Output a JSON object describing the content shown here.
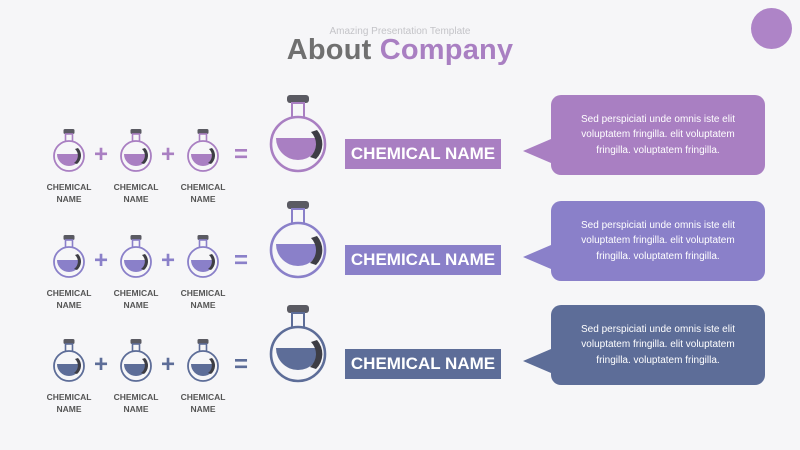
{
  "header": {
    "subtitle": "Amazing Presentation Template",
    "title_word1": "About",
    "title_word2": "Company"
  },
  "colors": {
    "title_gray": "#707070",
    "title_accent": "#a97fc2",
    "corner_dot": "#ae84c7"
  },
  "rows": [
    {
      "color": "#a97fc2",
      "operators": [
        "+",
        "+",
        "="
      ],
      "labels": [
        {
          "line1": "CHEMICAL",
          "line2": "NAME"
        },
        {
          "line1": "CHEMICAL",
          "line2": "NAME"
        },
        {
          "line1": "CHEMICAL",
          "line2": "NAME"
        }
      ],
      "result_name": "CHEMICAL NAME",
      "bubble_line1": "Sed perspiciati unde omnis iste elit",
      "bubble_line2": "voluptatem fringilla. elit voluptatem",
      "bubble_line3": "fringilla. voluptatem fringilla."
    },
    {
      "color": "#8a80c9",
      "operators": [
        "+",
        "+",
        "="
      ],
      "labels": [
        {
          "line1": "CHEMICAL",
          "line2": "NAME"
        },
        {
          "line1": "CHEMICAL",
          "line2": "NAME"
        },
        {
          "line1": "CHEMICAL",
          "line2": "NAME"
        }
      ],
      "result_name": "CHEMICAL NAME",
      "bubble_line1": "Sed perspiciati unde omnis iste elit",
      "bubble_line2": "voluptatem fringilla. elit voluptatem",
      "bubble_line3": "fringilla. voluptatem fringilla."
    },
    {
      "color": "#5d6d98",
      "operators": [
        "+",
        "+",
        "="
      ],
      "labels": [
        {
          "line1": "CHEMICAL",
          "line2": "NAME"
        },
        {
          "line1": "CHEMICAL",
          "line2": "NAME"
        },
        {
          "line1": "CHEMICAL",
          "line2": "NAME"
        }
      ],
      "result_name": "CHEMICAL NAME",
      "bubble_line1": "Sed perspiciati unde omnis iste elit",
      "bubble_line2": "voluptatem fringilla. elit voluptatem",
      "bubble_line3": "fringilla. voluptatem fringilla."
    }
  ]
}
